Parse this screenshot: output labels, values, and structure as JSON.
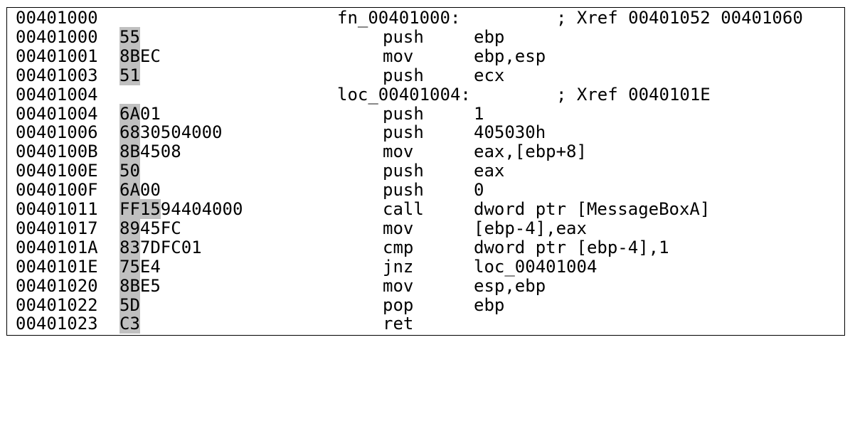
{
  "rows": [
    {
      "addr": "00401000",
      "label": "fn_00401000:",
      "comment": "; Xref 00401052 00401060"
    },
    {
      "addr": "00401000",
      "b1": "55",
      "b2": "",
      "mnem": "push",
      "ops": "ebp"
    },
    {
      "addr": "00401001",
      "b1": "8B",
      "b2": "EC",
      "mnem": "mov",
      "ops": "ebp,esp"
    },
    {
      "addr": "00401003",
      "b1": "51",
      "b2": "",
      "mnem": "push",
      "ops": "ecx"
    },
    {
      "addr": "00401004",
      "label": "loc_00401004:",
      "comment": "; Xref 0040101E"
    },
    {
      "addr": "00401004",
      "b1": "6A",
      "b2": "01",
      "mnem": "push",
      "ops": "1"
    },
    {
      "addr": "00401006",
      "b1": "68",
      "b2": "30504000",
      "mnem": "push",
      "ops": "405030h"
    },
    {
      "addr": "0040100B",
      "b1": "8B",
      "b2": "4508",
      "mnem": "mov",
      "ops": "eax,[ebp+8]"
    },
    {
      "addr": "0040100E",
      "b1": "50",
      "b2": "",
      "mnem": "push",
      "ops": "eax"
    },
    {
      "addr": "0040100F",
      "b1": "6A",
      "b2": "00",
      "mnem": "push",
      "ops": "0"
    },
    {
      "addr": "00401011",
      "b1": "FF15",
      "b2": "94404000",
      "mnem": "call",
      "ops": "dword ptr [MessageBoxA]"
    },
    {
      "addr": "00401017",
      "b1": "89",
      "b2": "45FC",
      "mnem": "mov",
      "ops": "[ebp-4],eax"
    },
    {
      "addr": "0040101A",
      "b1": "83",
      "b2": "7DFC01",
      "mnem": "cmp",
      "ops": "dword ptr [ebp-4],1"
    },
    {
      "addr": "0040101E",
      "b1": "75",
      "b2": "E4",
      "mnem": "jnz",
      "ops": "loc_00401004"
    },
    {
      "addr": "00401020",
      "b1": "8B",
      "b2": "E5",
      "mnem": "mov",
      "ops": "esp,ebp"
    },
    {
      "addr": "00401022",
      "b1": "5D",
      "b2": "",
      "mnem": "pop",
      "ops": "ebp"
    },
    {
      "addr": "00401023",
      "b1": "C3",
      "b2": "",
      "mnem": "ret",
      "ops": ""
    }
  ],
  "colors": {
    "opcode_highlight": "#c0c0c0",
    "text": "#000000",
    "border": "#000000",
    "background": "#ffffff"
  }
}
